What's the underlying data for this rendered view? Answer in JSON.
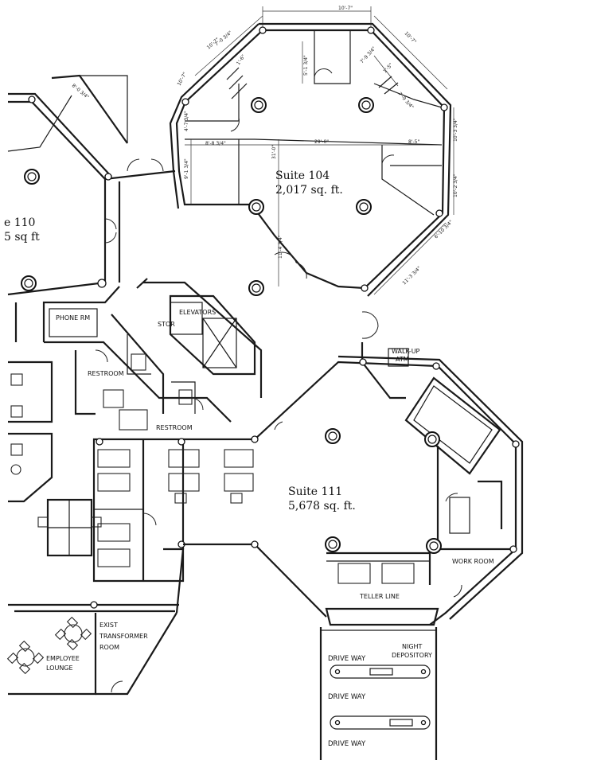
{
  "plan": {
    "suites": [
      {
        "id": "suite-104",
        "name": "Suite 104",
        "area": "2,017 sq. ft."
      },
      {
        "id": "suite-111",
        "name": "Suite 111",
        "area": "5,678 sq. ft."
      },
      {
        "id": "suite-110",
        "name": "e 110",
        "area": "5 sq ft"
      }
    ],
    "rooms": {
      "phone_rm": "PHONE RM",
      "stor": "STOR",
      "elevators": "ELEVATORS",
      "restroom_1": "RESTROOM",
      "restroom_2": "RESTROOM",
      "walk_up": "WALK-UP",
      "atm": "ATM",
      "work_room": "WORK ROOM",
      "teller_line": "TELLER LINE",
      "exist": "EXIST",
      "transformer": "TRANSFORMER",
      "room": "ROOM",
      "employee": "EMPLOYEE",
      "lounge": "LOUNGE",
      "night": "NIGHT",
      "depository": "DEPOSITORY"
    },
    "drive_ways": [
      "DRIVE WAY",
      "DRIVE WAY",
      "DRIVE WAY"
    ],
    "dimensions": {
      "top": "10'-7\"",
      "top_left": "10'-7\"",
      "top_right": "10'-7\"",
      "left_upper": "10'-7\"",
      "a": "7'-0 3/4\"",
      "b": "1'-6\"",
      "c": "5'-1 3/4\"",
      "d": "7'-9 3/4\"",
      "e": "1'-5\"",
      "f": "7'-9 3/4\"",
      "g": "4'-7 3/4\"",
      "h": "8'-8 3/4\"",
      "i": "29'-0\"",
      "j": "8'-5\"",
      "k": "31'-0\"",
      "l": "9'-1 3/4\"",
      "m": "10'-3 3/4\"",
      "n": "10'-2 3/4\"",
      "o": "6'-10 3/4\"",
      "p": "11'-3 3/4\"",
      "q": "11'-4 3/4\"",
      "r": "8'-0 3/4\""
    }
  }
}
